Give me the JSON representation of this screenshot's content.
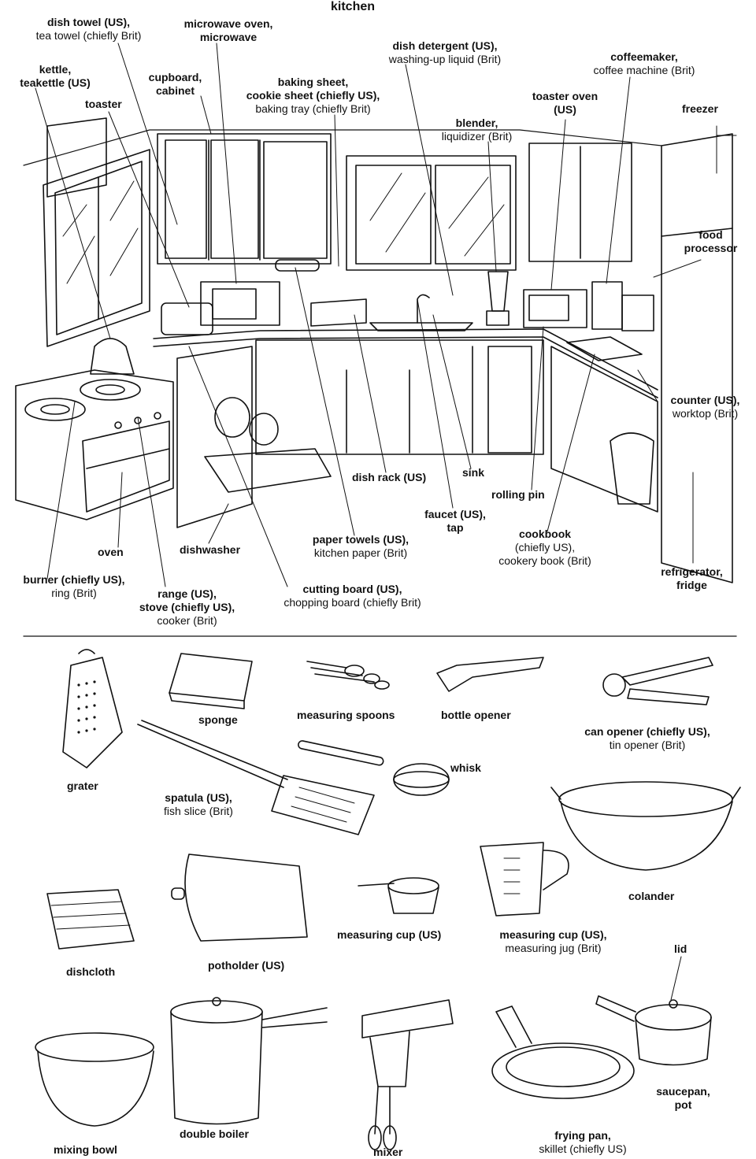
{
  "title": "kitchen",
  "kitchen_labels": {
    "dish_towel": {
      "us": "dish towel (US),",
      "brit": "tea towel (chiefly Brit)"
    },
    "microwave": {
      "line1": "microwave oven,",
      "line2": "microwave"
    },
    "dish_detergent": {
      "us": "dish detergent (US),",
      "brit": "washing-up liquid (Brit)"
    },
    "coffeemaker": {
      "line1": "coffeemaker,",
      "line2": "coffee machine (Brit)"
    },
    "kettle": {
      "line1": "kettle,",
      "line2": "teakettle (US)"
    },
    "cupboard": {
      "line1": "cupboard,",
      "line2": "cabinet"
    },
    "baking_sheet": {
      "line1": "baking sheet,",
      "line2": "cookie sheet (chiefly US),",
      "line3": "baking tray (chiefly Brit)"
    },
    "toaster_oven": {
      "line1": "toaster oven",
      "line2": "(US)"
    },
    "freezer": "freezer",
    "toaster": "toaster",
    "blender": {
      "line1": "blender,",
      "line2": "liquidizer (Brit)"
    },
    "food_processor": {
      "line1": "food",
      "line2": "processor"
    },
    "counter": {
      "line1": "counter (US),",
      "line2": "worktop (Brit)"
    },
    "dish_rack": "dish rack (US)",
    "sink": "sink",
    "rolling_pin": "rolling pin",
    "faucet": {
      "line1": "faucet (US),",
      "line2": "tap"
    },
    "oven": "oven",
    "dishwasher": "dishwasher",
    "paper_towels": {
      "line1": "paper towels (US),",
      "line2": "kitchen paper (Brit)"
    },
    "cookbook": {
      "line1": "cookbook",
      "line2": "(chiefly US),",
      "line3": "cookery book (Brit)"
    },
    "burner": {
      "line1": "burner (chiefly US),",
      "line2": "ring (Brit)"
    },
    "range": {
      "line1": "range (US),",
      "line2": "stove (chiefly US),",
      "line3": "cooker (Brit)"
    },
    "cutting_board": {
      "line1": "cutting board (US),",
      "line2": "chopping board (chiefly Brit)"
    },
    "refrigerator": {
      "line1": "refrigerator,",
      "line2": "fridge"
    }
  },
  "utensil_labels": {
    "sponge": "sponge",
    "measuring_spoons": "measuring spoons",
    "bottle_opener": "bottle opener",
    "can_opener": {
      "line1": "can opener (chiefly US),",
      "line2": "tin opener (Brit)"
    },
    "whisk": "whisk",
    "grater": "grater",
    "spatula": {
      "line1": "spatula (US),",
      "line2": "fish slice (Brit)"
    },
    "colander": "colander",
    "measuring_cup": "measuring cup (US)",
    "measuring_cup_jug": {
      "line1": "measuring cup (US),",
      "line2": "measuring jug (Brit)"
    },
    "dishcloth": "dishcloth",
    "potholder": "potholder (US)",
    "lid": "lid",
    "saucepan": {
      "line1": "saucepan,",
      "line2": "pot"
    },
    "mixing_bowl": "mixing bowl",
    "double_boiler": "double boiler",
    "mixer": "mixer",
    "frying_pan": {
      "line1": "frying pan,",
      "line2": "skillet (chiefly US)"
    }
  }
}
